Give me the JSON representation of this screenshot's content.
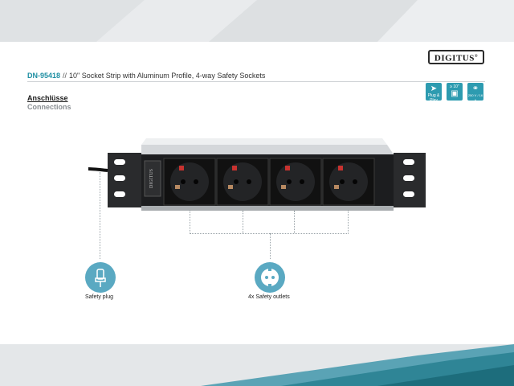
{
  "header": {
    "brand": "DIGITUS",
    "brand_mark": "®",
    "model": "DN-95418",
    "separator": "//",
    "description": "10\" Socket Strip with Aluminum Profile, 4-way Safety Sockets"
  },
  "badges": [
    {
      "icon": "plug-and-play-icon",
      "label": "Plug & Play",
      "color": "#2d9bb0"
    },
    {
      "icon": "rack-size-icon",
      "label": "≥ 10\"",
      "color": "#2d9bb0"
    },
    {
      "icon": "voltage-icon",
      "label": "250 V / 16 A",
      "color": "#2d9bb0"
    }
  ],
  "section": {
    "heading_de": "Anschlüsse",
    "heading_en": "Connections"
  },
  "features": [
    {
      "icon": "safety-plug-icon",
      "label": "Safety plug"
    },
    {
      "icon": "safety-outlet-icon",
      "label": "4x Safety outlets"
    }
  ],
  "colors": {
    "accent": "#5aa9c2",
    "model_text": "#1f8fa3",
    "background": "#e6e8ea",
    "decor_teal": "#2f8596"
  }
}
